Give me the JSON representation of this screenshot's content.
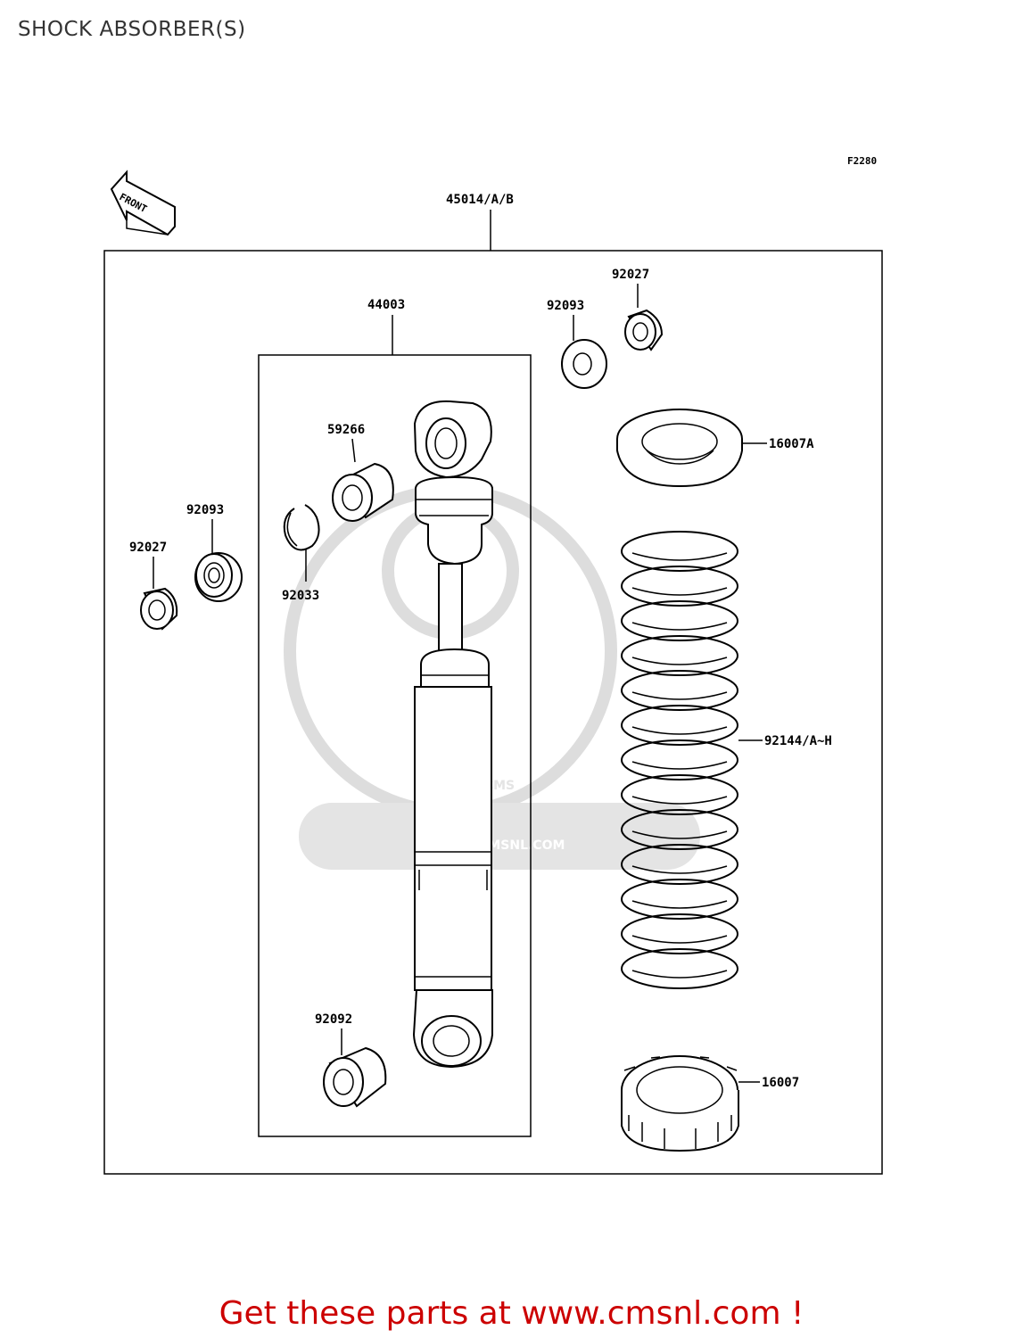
{
  "page": {
    "title": "SHOCK ABSORBER(S)"
  },
  "diagram": {
    "figure_code": "F2280",
    "front_arrow_label": "FRONT",
    "watermark": {
      "logo_text": "CMS",
      "url_text": "WWW.CMSNL.COM"
    },
    "part_labels": {
      "assembly": "45014/A/B",
      "shock_unit": "44003",
      "top_bush": "59266",
      "circlip": "92033",
      "left_washer": "92093",
      "left_collar": "92027",
      "right_washer": "92093",
      "right_collar": "92027",
      "spring_seat": "16007A",
      "spring": "92144/A~H",
      "adjuster_nut": "16007",
      "bottom_bush": "92092"
    }
  },
  "footer": {
    "cta_text": "Get these parts at www.cmsnl.com !",
    "cta_color": "#cc0000"
  }
}
